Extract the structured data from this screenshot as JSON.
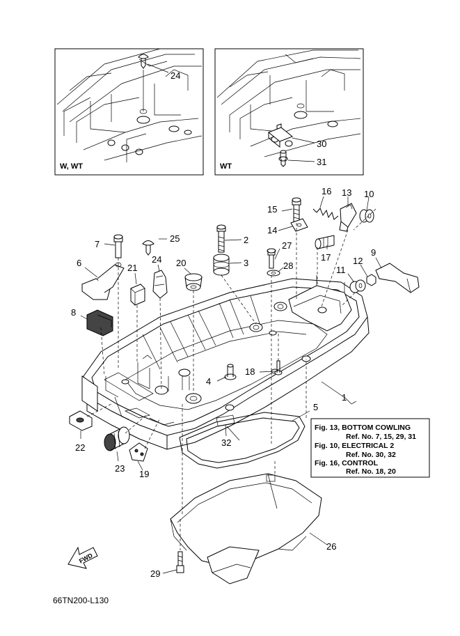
{
  "insets": [
    {
      "label": "W, WT",
      "part_number": "24"
    },
    {
      "label": "WT",
      "part_numbers": [
        "30",
        "31"
      ]
    }
  ],
  "part_labels": {
    "p1": "1",
    "p2": "2",
    "p3": "3",
    "p4": "4",
    "p5": "5",
    "p6": "6",
    "p7": "7",
    "p8": "8",
    "p9": "9",
    "p10": "10",
    "p11": "11",
    "p12": "12",
    "p13": "13",
    "p14": "14",
    "p15": "15",
    "p16": "16",
    "p17": "17",
    "p18": "18",
    "p19": "19",
    "p20": "20",
    "p21": "21",
    "p22": "22",
    "p23": "23",
    "p24": "24",
    "p25": "25",
    "p26": "26",
    "p27": "27",
    "p28": "28",
    "p29": "29",
    "p30": "30",
    "p31": "31",
    "p32": "32"
  },
  "reference_box": {
    "lines": [
      "Fig. 13, BOTTOM COWLING",
      "Ref. No. 7, 15, 29, 31",
      "Fig. 10, ELECTRICAL 2",
      "Ref. No. 30, 32",
      "Fig. 16, CONTROL",
      "Ref. No. 18, 20"
    ]
  },
  "fwd_arrow": {
    "label": "FWD",
    "icon": "fwd-arrow-icon"
  },
  "drawing_number": "66TN200-L130"
}
